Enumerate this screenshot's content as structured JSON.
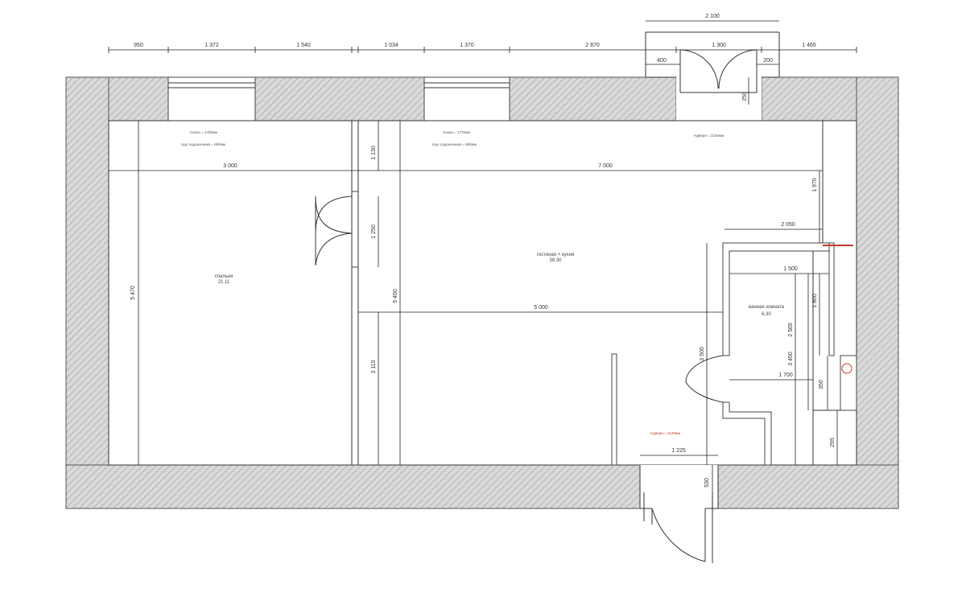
{
  "top_dimensions": [
    "950",
    "1 372",
    "1 540",
    "1 034",
    "1 370",
    "2 870",
    "1 300",
    "1 465"
  ],
  "door_dimensions": {
    "overall": "2 100",
    "left": "400",
    "right": "200",
    "bottom": "250"
  },
  "interior_dimensions": {
    "bedroom_width": "3 000",
    "living_width": "7 000",
    "partition_mid": "5 000",
    "bath_top": "2 050",
    "bath_inner": "1 500",
    "bath_lower": "1 700",
    "entrance_width": "1 225",
    "entrance_depth": "530",
    "bedroom_height": "5 470",
    "living_height": "5 450",
    "seg_top": "1 130",
    "seg_mid": "1 250",
    "seg_bottom": "3 110",
    "right_top": "1 970",
    "bath_v1": "1 800",
    "bath_v2": "2 565",
    "bath_v3": "3 450",
    "corridor_v": "3 500",
    "bath_s1": "350",
    "bath_s2": "295"
  },
  "rooms": {
    "bedroom": {
      "label": "спальня",
      "area": "21.11"
    },
    "living": {
      "label": "гостиная + кухня",
      "area": "38.30"
    },
    "bathroom": {
      "label": "ванная комната",
      "area": "6.30"
    }
  },
  "height_marks": {
    "h1a": "Hокна = 1780мм",
    "h1b": "Hдо подоконника = 890мм",
    "h2a": "Hокна = 1770мм",
    "h2b": "Hдо подоконника = 890мм",
    "h3": "Hдвери = 2120мм",
    "h4": "Hдвери = 2100мм"
  }
}
